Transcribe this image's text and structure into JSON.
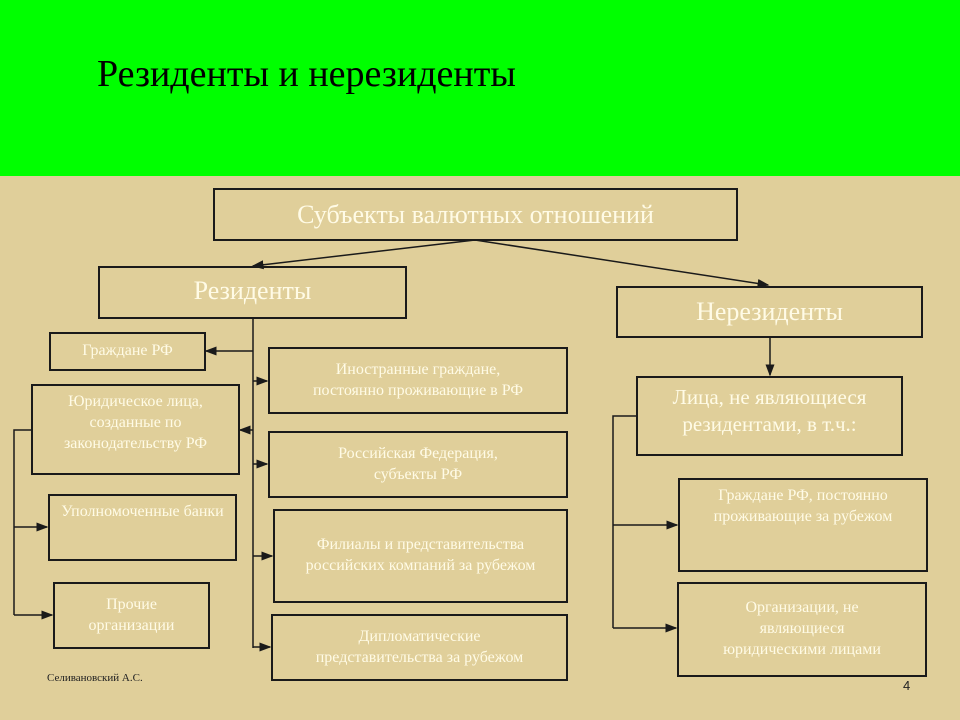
{
  "title": "Резиденты и нерезиденты",
  "root": "Субъекты валютных отношений",
  "residents": {
    "label": "Резиденты",
    "left_items": [
      "Граждане РФ",
      "Юридическое лица, созданные по законодательству  РФ",
      "Уполномоченные банки",
      "Прочие организации"
    ],
    "right_items": [
      "Иностранные граждане, постоянно проживающие в РФ",
      "Российская Федерация, субъекты РФ",
      "Филиалы и представительства российских компаний за рубежом",
      "Дипломатические представительства за рубежом"
    ]
  },
  "nonresidents": {
    "label": "Нерезиденты",
    "group": "Лица, не являющиеся резидентами, в т.ч.:",
    "items": [
      "Граждане РФ, постоянно проживающие за рубежом",
      "Организации, не являющиеся юридическими лицами"
    ]
  },
  "footer": {
    "author": "Селивановский А.С.",
    "page": "4"
  },
  "colors": {
    "header": "#00ff00",
    "background": "#e0cf9a",
    "box_text": "#fffbe6"
  }
}
